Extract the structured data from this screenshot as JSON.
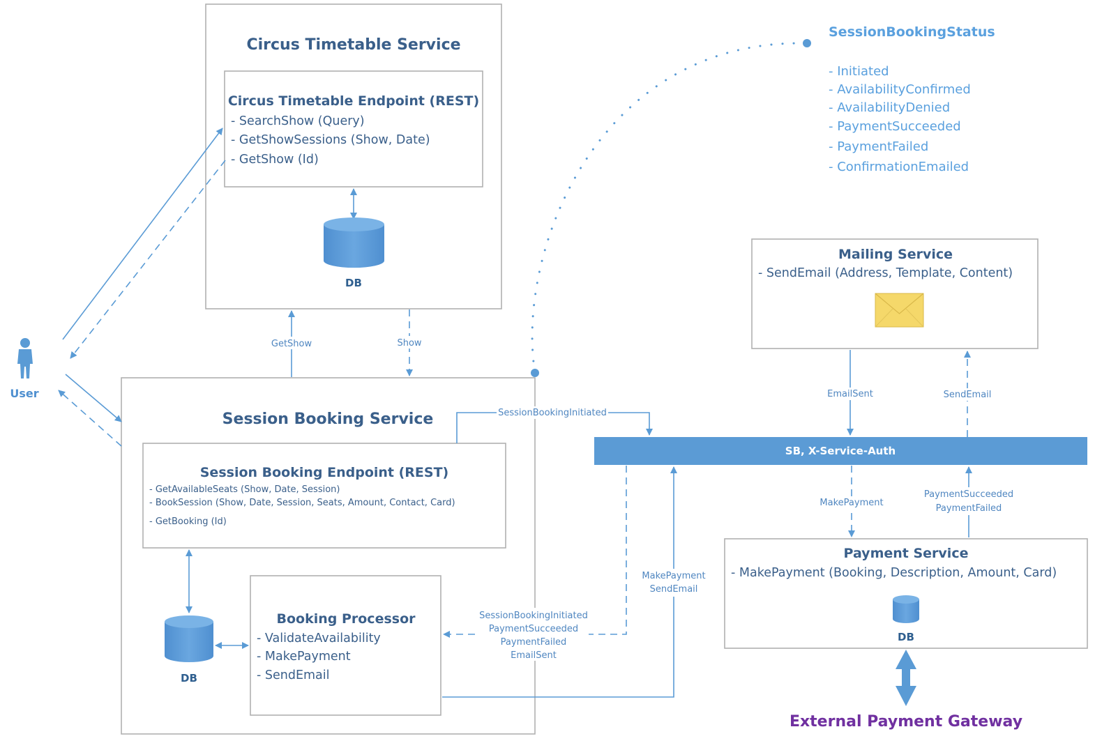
{
  "circus_timetable": {
    "title": "Circus Timetable Service",
    "endpoint_title": "Circus Timetable Endpoint (REST)",
    "methods": [
      "- SearchShow (Query)",
      "- GetShowSessions (Show, Date)",
      "- GetShow (Id)"
    ],
    "db_label": "DB"
  },
  "session_booking": {
    "title": "Session Booking Service",
    "endpoint_title": "Session Booking Endpoint (REST)",
    "methods": [
      "- GetAvailableSeats (Show, Date, Session)",
      "- BookSession (Show, Date, Session, Seats, Amount, Contact, Card)",
      "- GetBooking (Id)"
    ],
    "db_label": "DB"
  },
  "booking_processor": {
    "title": "Booking Processor",
    "methods": [
      "- ValidateAvailability",
      "- MakePayment",
      "- SendEmail"
    ]
  },
  "mailing_service": {
    "title": "Mailing  Service",
    "methods": [
      "- SendEmail (Address, Template, Content)"
    ]
  },
  "payment_service": {
    "title": "Payment Service",
    "methods": [
      "- MakePayment (Booking, Description, Amount, Card)"
    ],
    "db_label": "DB"
  },
  "service_bus": {
    "label": "SB, X-Service-Auth"
  },
  "user": {
    "label": "User"
  },
  "gateway": {
    "label": "External Payment Gateway"
  },
  "status": {
    "title": "SessionBookingStatus",
    "items": [
      "- Initiated",
      "- AvailabilityConfirmed",
      "- AvailabilityDenied",
      "- PaymentSucceeded",
      "- PaymentFailed",
      "- ConfirmationEmailed"
    ]
  },
  "flows": {
    "get_show": "GetShow",
    "show": "Show",
    "session_booking_initiated": "SessionBookingInitiated",
    "email_sent": "EmailSent",
    "send_email": "SendEmail",
    "make_payment": "MakePayment",
    "payment_results": [
      "PaymentSucceeded",
      "PaymentFailed"
    ],
    "processor_out": [
      "MakePayment",
      "SendEmail"
    ],
    "processor_in": [
      "SessionBookingInitiated",
      "PaymentSucceeded",
      "PaymentFailed",
      "EmailSent"
    ]
  },
  "colors": {
    "accent": "#5a9bd5",
    "text": "#3a5f8a",
    "status": "#5aa0de",
    "gateway": "#7030a0",
    "envelope": "#f5d86a"
  }
}
